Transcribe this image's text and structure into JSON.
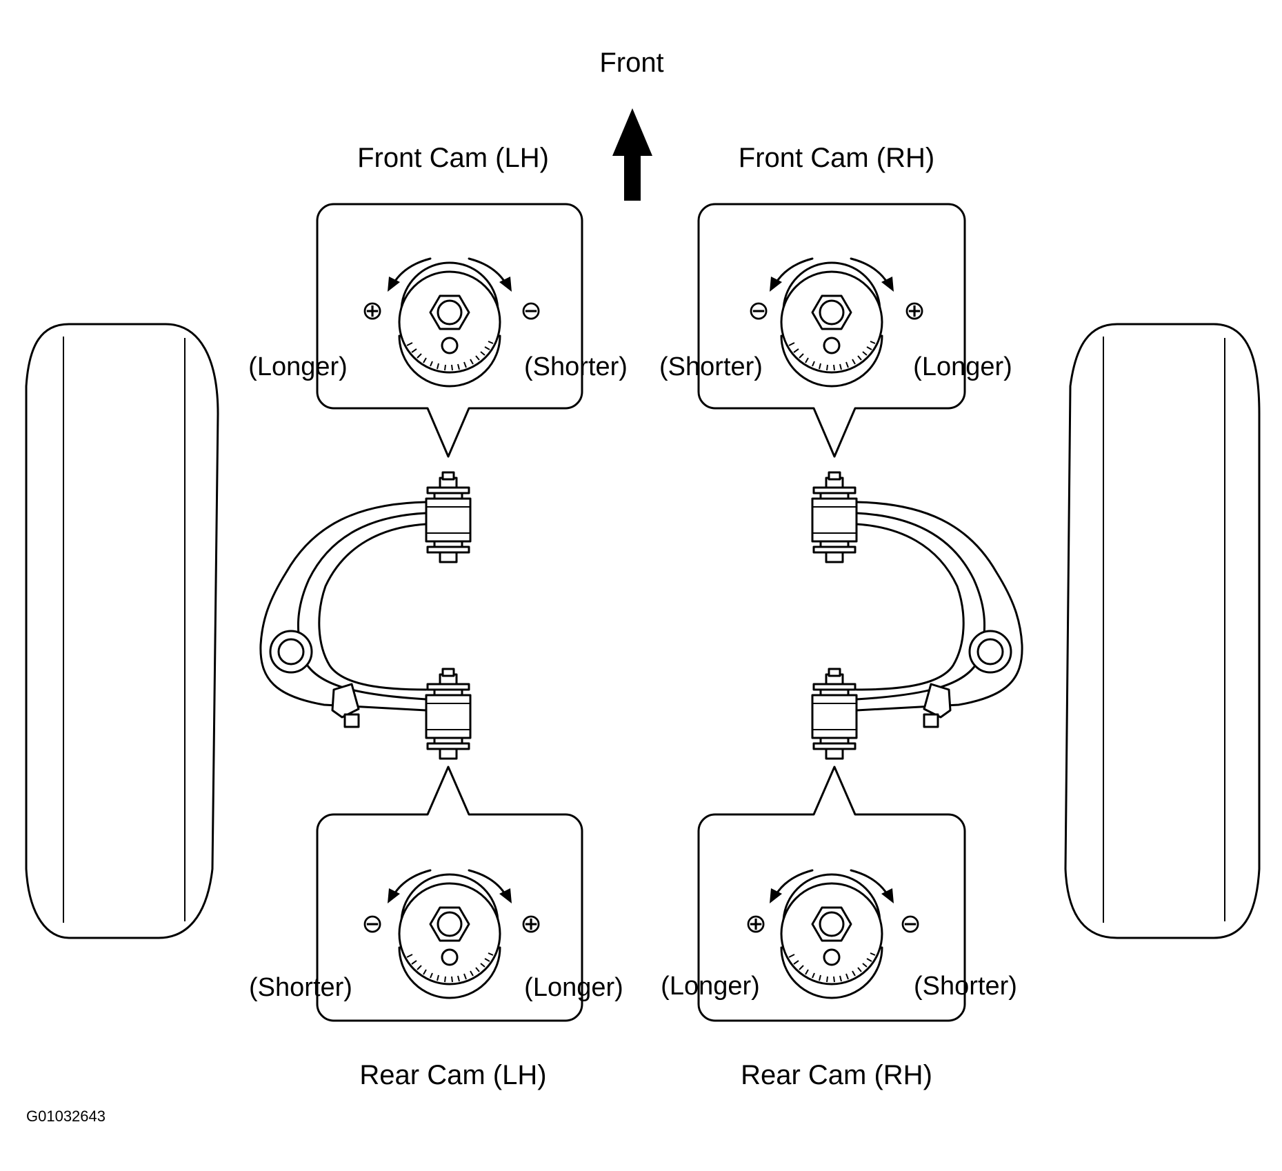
{
  "labels": {
    "front": "Front",
    "front_cam_lh": "Front Cam (LH)",
    "front_cam_rh": "Front Cam (RH)",
    "rear_cam_lh": "Rear Cam (LH)",
    "rear_cam_rh": "Rear Cam (RH)",
    "figure_id": "G01032643"
  },
  "panels": {
    "front_lh": {
      "left_text": "(Longer)",
      "right_text": "(Shorter)",
      "left_symbol": "⊕",
      "right_symbol": "⊖"
    },
    "front_rh": {
      "left_text": "(Shorter)",
      "right_text": "(Longer)",
      "left_symbol": "⊖",
      "right_symbol": "⊕"
    },
    "rear_lh": {
      "left_text": "(Shorter)",
      "right_text": "(Longer)",
      "left_symbol": "⊖",
      "right_symbol": "⊕"
    },
    "rear_rh": {
      "left_text": "(Longer)",
      "right_text": "(Shorter)",
      "left_symbol": "⊕",
      "right_symbol": "⊖"
    }
  },
  "icons": {
    "front_arrow": "arrow-up-icon",
    "cam": "cam-bolt-icon",
    "tire": "tire-icon",
    "control_arm": "upper-control-arm-icon"
  }
}
